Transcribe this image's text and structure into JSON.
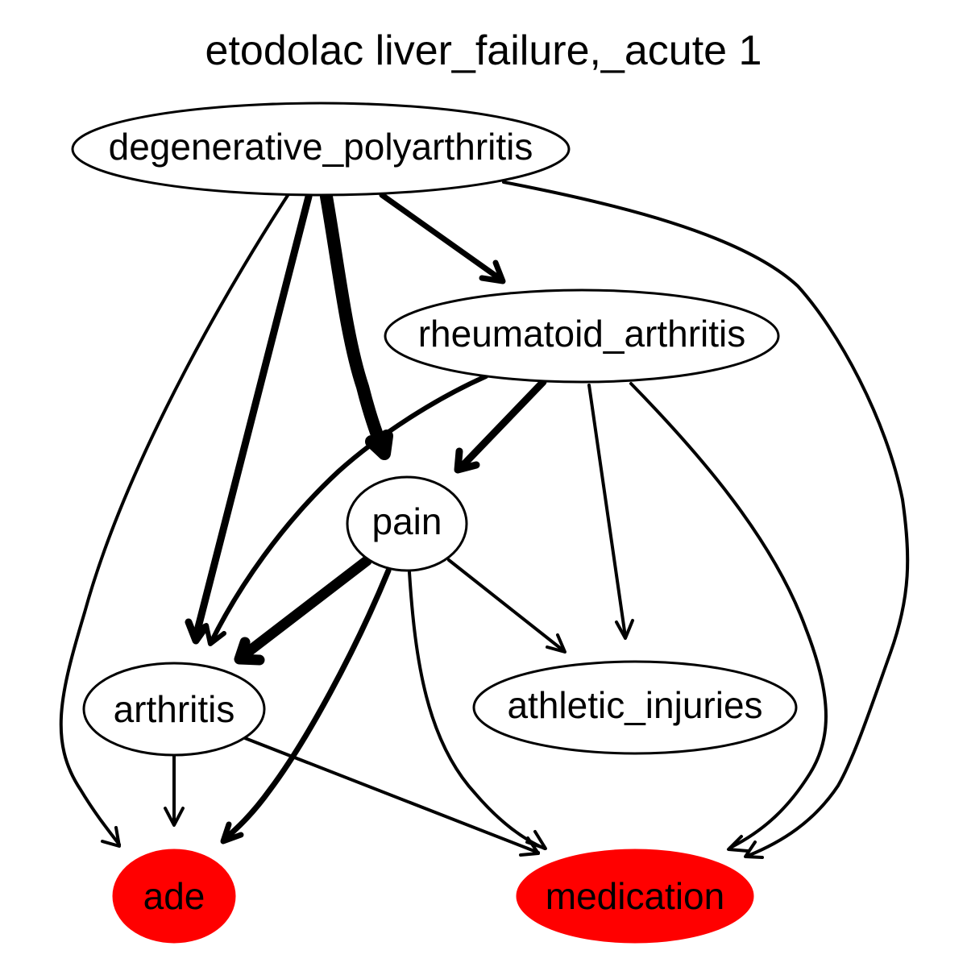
{
  "graph": {
    "title": "etodolac liver_failure,_acute 1",
    "nodes": {
      "degenerative_polyarthritis": {
        "label": "degenerative_polyarthritis",
        "fill": "#ffffff"
      },
      "rheumatoid_arthritis": {
        "label": "rheumatoid_arthritis",
        "fill": "#ffffff"
      },
      "pain": {
        "label": "pain",
        "fill": "#ffffff"
      },
      "arthritis": {
        "label": "arthritis",
        "fill": "#ffffff"
      },
      "athletic_injuries": {
        "label": "athletic_injuries",
        "fill": "#ffffff"
      },
      "ade": {
        "label": "ade",
        "fill": "#ff0000"
      },
      "medication": {
        "label": "medication",
        "fill": "#ff0000"
      }
    },
    "edges": [
      {
        "from": "degenerative_polyarthritis",
        "to": "ade"
      },
      {
        "from": "degenerative_polyarthritis",
        "to": "arthritis"
      },
      {
        "from": "degenerative_polyarthritis",
        "to": "pain"
      },
      {
        "from": "degenerative_polyarthritis",
        "to": "rheumatoid_arthritis"
      },
      {
        "from": "degenerative_polyarthritis",
        "to": "medication"
      },
      {
        "from": "rheumatoid_arthritis",
        "to": "arthritis"
      },
      {
        "from": "rheumatoid_arthritis",
        "to": "pain"
      },
      {
        "from": "rheumatoid_arthritis",
        "to": "athletic_injuries"
      },
      {
        "from": "rheumatoid_arthritis",
        "to": "medication"
      },
      {
        "from": "pain",
        "to": "arthritis"
      },
      {
        "from": "pain",
        "to": "ade"
      },
      {
        "from": "pain",
        "to": "medication"
      },
      {
        "from": "pain",
        "to": "athletic_injuries"
      },
      {
        "from": "arthritis",
        "to": "ade"
      },
      {
        "from": "arthritis",
        "to": "medication"
      }
    ]
  }
}
